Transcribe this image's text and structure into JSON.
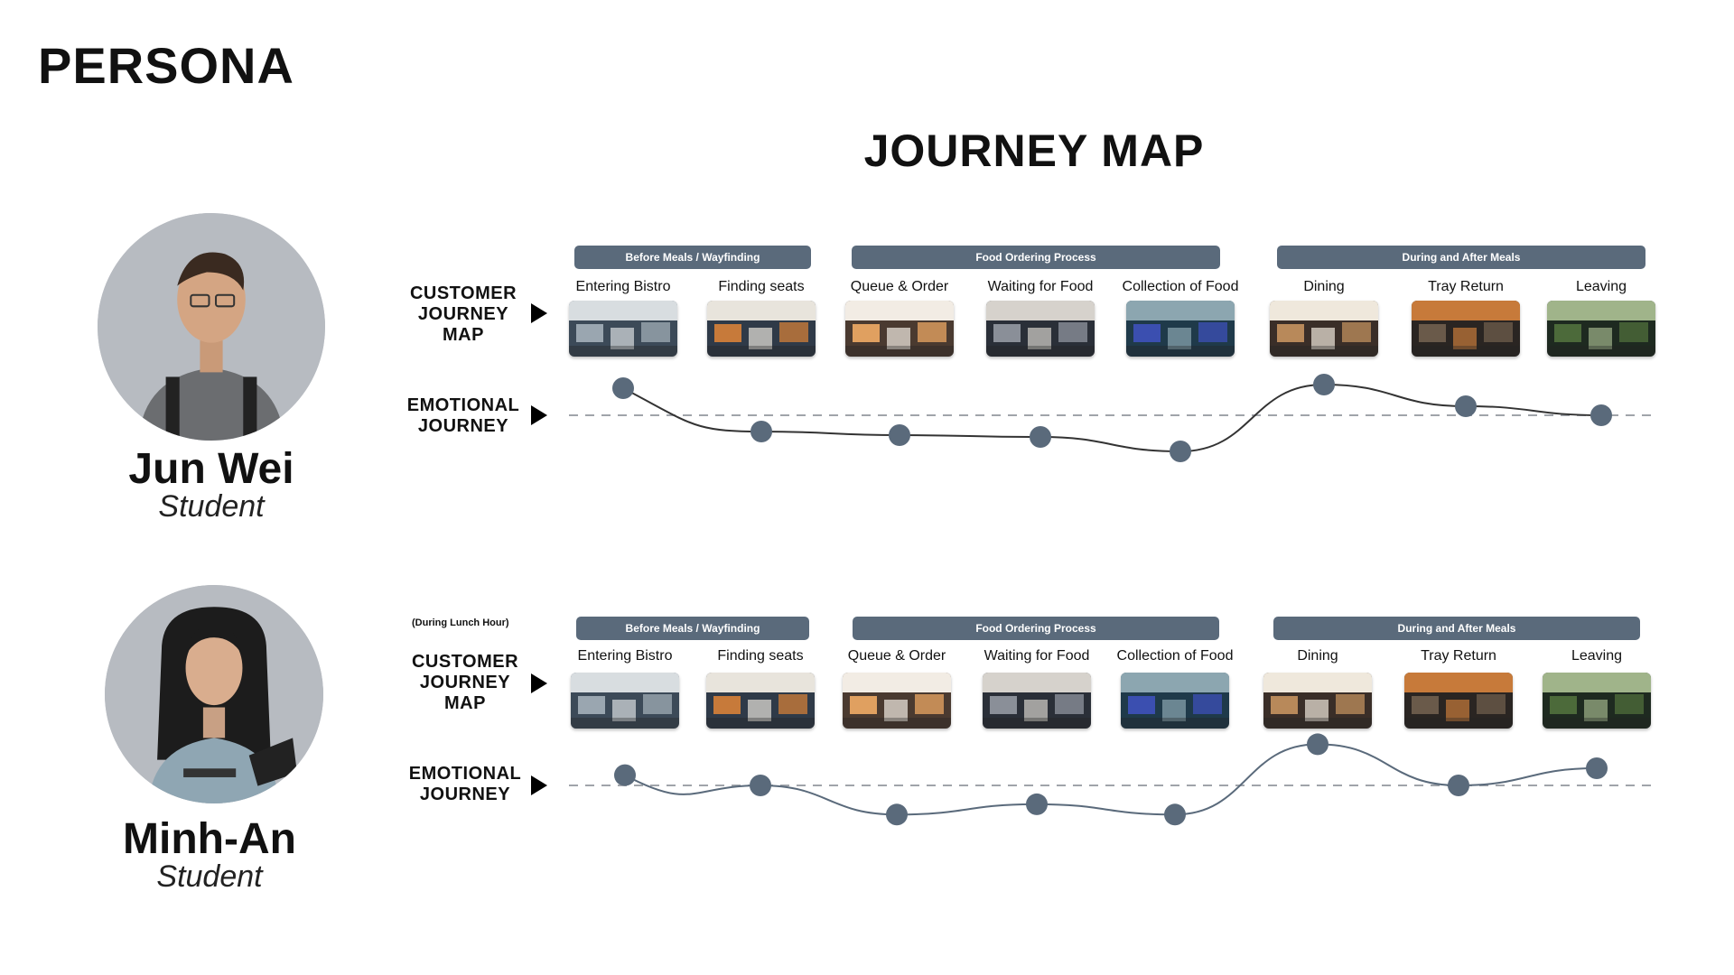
{
  "page_title": "PERSONA",
  "map_title": "JOURNEY MAP",
  "row_labels": {
    "customer": "CUSTOMER\nJOURNEY\nMAP",
    "emotional": "EMOTIONAL\nJOURNEY"
  },
  "colors": {
    "accent": "#5a6a7b",
    "dashed_line": "#a0a4aa",
    "curve": "#333333"
  },
  "personas": [
    {
      "name": "Jun Wei",
      "role": "Student",
      "note": "",
      "phases": [
        "Before Meals / Wayfinding",
        "Food Ordering Process",
        "During and After Meals"
      ],
      "steps": [
        "Entering Bistro",
        "Finding seats",
        "Queue & Order",
        "Waiting for Food",
        "Collection of Food",
        "Dining",
        "Tray Return",
        "Leaving"
      ],
      "emotion_levels": [
        0.75,
        -0.45,
        -0.55,
        -0.6,
        -1.0,
        0.85,
        0.25,
        0.0
      ]
    },
    {
      "name": "Minh-An",
      "role": "Student",
      "note": "(During Lunch Hour)",
      "phases": [
        "Before Meals / Wayfinding",
        "Food Ordering Process",
        "During and After Meals"
      ],
      "steps": [
        "Entering Bistro",
        "Finding seats",
        "Queue & Order",
        "Waiting for Food",
        "Collection of Food",
        "Dining",
        "Tray Return",
        "Leaving"
      ],
      "emotion_levels": [
        0.3,
        0.0,
        -0.85,
        -0.55,
        -0.85,
        1.2,
        0.0,
        0.5
      ]
    }
  ]
}
